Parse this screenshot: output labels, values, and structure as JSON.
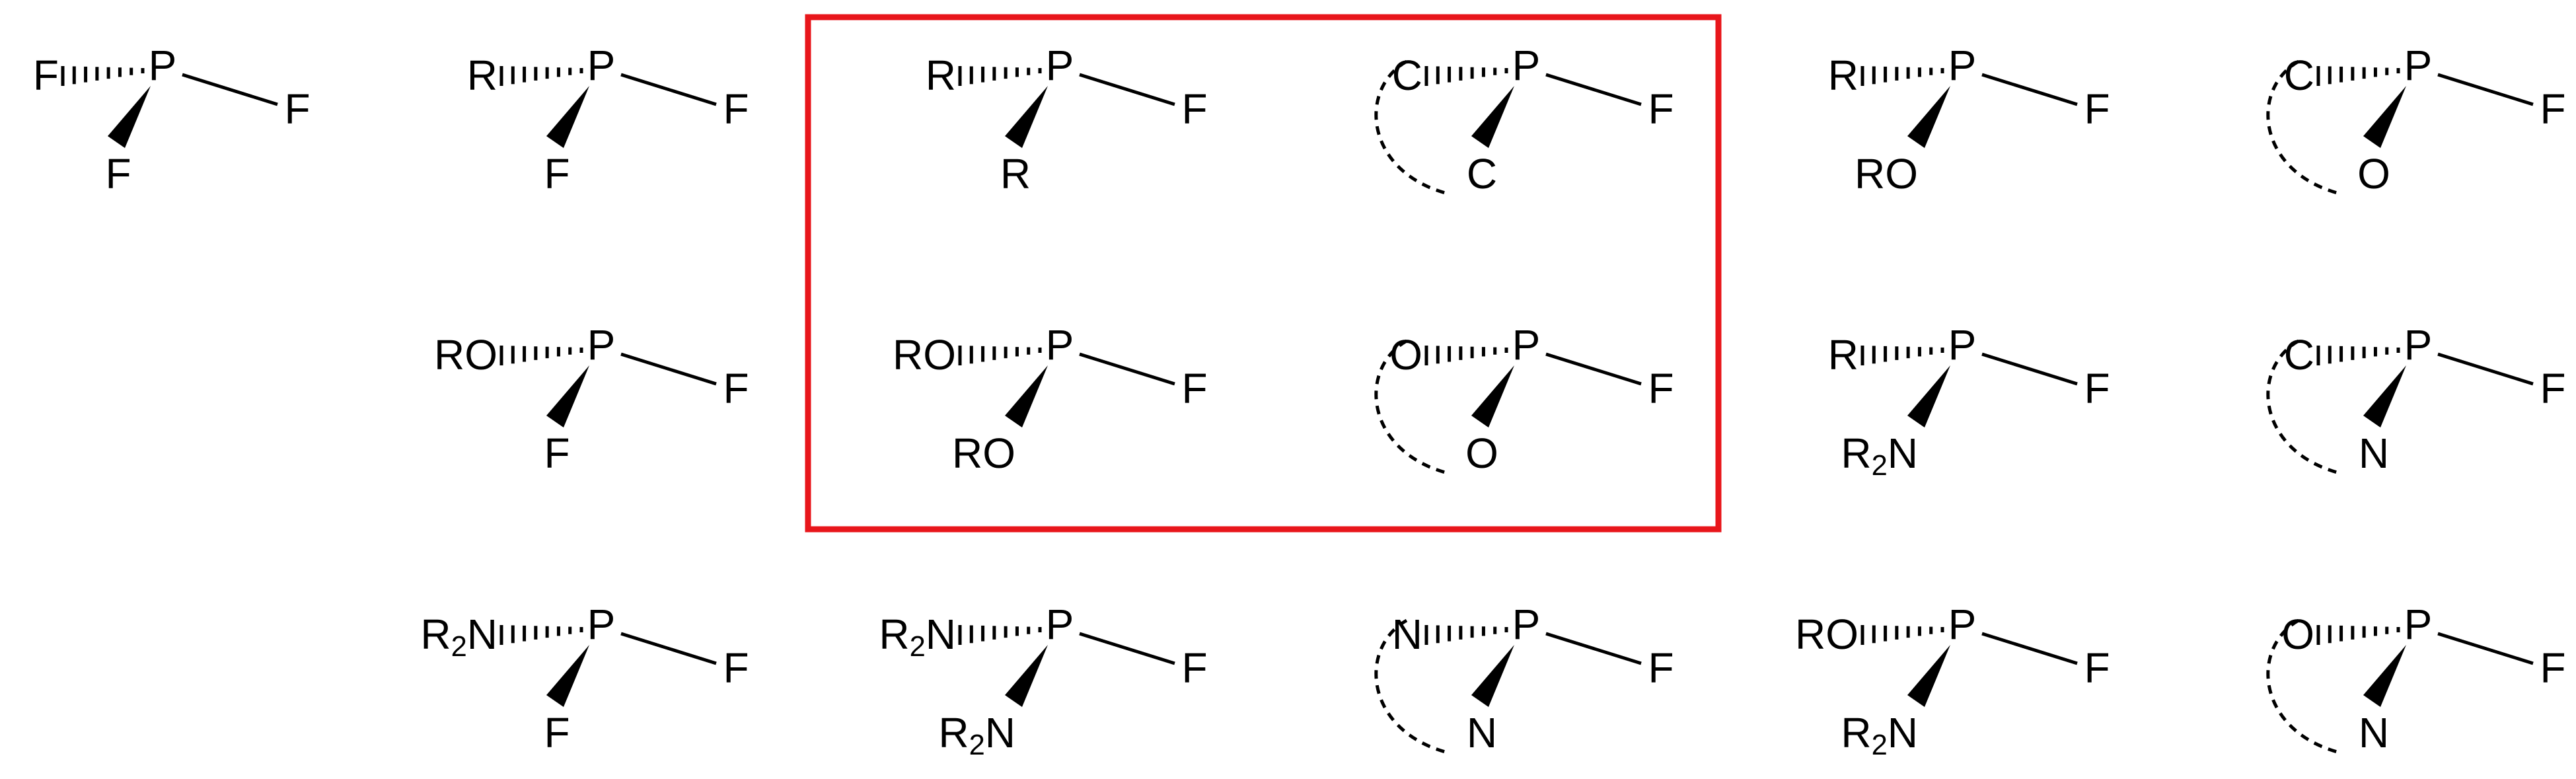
{
  "highlight_box": {
    "color": "#e8161b"
  },
  "molecules": [
    {
      "id": "pf3",
      "phosphorus": "P",
      "back_substituent": "F",
      "front_substituent": "F",
      "right_substituent": "F",
      "ring_link": false
    },
    {
      "id": "r-pf2",
      "phosphorus": "P",
      "back_substituent": "R",
      "front_substituent": "F",
      "right_substituent": "F",
      "ring_link": false
    },
    {
      "id": "r2-pf",
      "phosphorus": "P",
      "back_substituent": "R",
      "front_substituent": "R",
      "right_substituent": "F",
      "ring_link": false
    },
    {
      "id": "cyclic-cc-pf",
      "phosphorus": "P",
      "back_substituent": "C",
      "front_substituent": "C",
      "right_substituent": "F",
      "ring_link": true
    },
    {
      "id": "r-ro-pf",
      "phosphorus": "P",
      "back_substituent": "R",
      "front_substituent": "RO",
      "right_substituent": "F",
      "ring_link": false
    },
    {
      "id": "cyclic-co-pf",
      "phosphorus": "P",
      "back_substituent": "C",
      "front_substituent": "O",
      "right_substituent": "F",
      "ring_link": true
    },
    {
      "id": "ro-pf2",
      "phosphorus": "P",
      "back_substituent": "RO",
      "front_substituent": "F",
      "right_substituent": "F",
      "ring_link": false
    },
    {
      "id": "ro2-pf",
      "phosphorus": "P",
      "back_substituent": "RO",
      "front_substituent": "RO",
      "right_substituent": "F",
      "ring_link": false
    },
    {
      "id": "cyclic-oo-pf",
      "phosphorus": "P",
      "back_substituent": "O",
      "front_substituent": "O",
      "right_substituent": "F",
      "ring_link": true
    },
    {
      "id": "r-r2n-pf",
      "phosphorus": "P",
      "back_substituent": "R",
      "front_substituent": "R2N",
      "right_substituent": "F",
      "ring_link": false
    },
    {
      "id": "cyclic-cn-pf",
      "phosphorus": "P",
      "back_substituent": "C",
      "front_substituent": "N",
      "right_substituent": "F",
      "ring_link": true
    },
    {
      "id": "r2n-pf2",
      "phosphorus": "P",
      "back_substituent": "R2N",
      "front_substituent": "F",
      "right_substituent": "F",
      "ring_link": false
    },
    {
      "id": "r2n2-pf",
      "phosphorus": "P",
      "back_substituent": "R2N",
      "front_substituent": "R2N",
      "right_substituent": "F",
      "ring_link": false
    },
    {
      "id": "cyclic-nn-pf",
      "phosphorus": "P",
      "back_substituent": "N",
      "front_substituent": "N",
      "right_substituent": "F",
      "ring_link": true
    },
    {
      "id": "ro-r2n-pf",
      "phosphorus": "P",
      "back_substituent": "RO",
      "front_substituent": "R2N",
      "right_substituent": "F",
      "ring_link": false
    },
    {
      "id": "cyclic-on-pf",
      "phosphorus": "P",
      "back_substituent": "O",
      "front_substituent": "N",
      "right_substituent": "F",
      "ring_link": true
    }
  ]
}
